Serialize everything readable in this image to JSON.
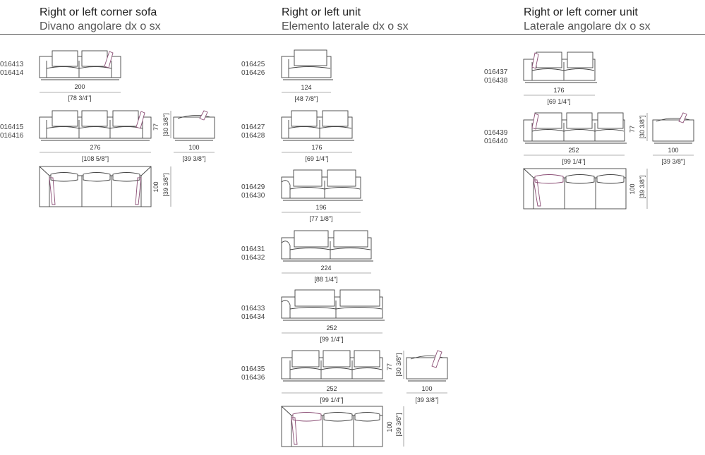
{
  "columns": [
    {
      "title": "Right or left corner sofa",
      "subtitle": "Divano angolare dx o sx"
    },
    {
      "title": "Right or left unit",
      "subtitle": "Elemento laterale dx o sx"
    },
    {
      "title": "Right or left corner unit",
      "subtitle": "Laterale angolare dx o sx"
    }
  ],
  "codes": {
    "c1": [
      "016413",
      "016414"
    ],
    "c2": [
      "016415",
      "016416"
    ],
    "c3": [
      "016425",
      "016426"
    ],
    "c4": [
      "016427",
      "016428"
    ],
    "c5": [
      "016429",
      "016430"
    ],
    "c6": [
      "016431",
      "016432"
    ],
    "c7": [
      "016433",
      "016434"
    ],
    "c8": [
      "016435",
      "016436"
    ],
    "c9": [
      "016437",
      "016438"
    ],
    "c10": [
      "016439",
      "016440"
    ]
  },
  "dims": {
    "w200": "200",
    "w200in": "[78 3/4\"]",
    "w276": "276",
    "w276in": "[108 5/8\"]",
    "h77": "77",
    "h77in": "[30 3/8\"]",
    "d100": "100",
    "d100in": "[39 3/8\"]",
    "w124": "124",
    "w124in": "[48 7/8\"]",
    "w176": "176",
    "w176in": "[69 1/4\"]",
    "w196": "196",
    "w196in": "[77 1/8\"]",
    "w224": "224",
    "w224in": "[88 1/4\"]",
    "w252": "252",
    "w252in": "[99 1/4\"]"
  },
  "colors": {
    "line": "#444444",
    "accent": "#8a4d74"
  }
}
